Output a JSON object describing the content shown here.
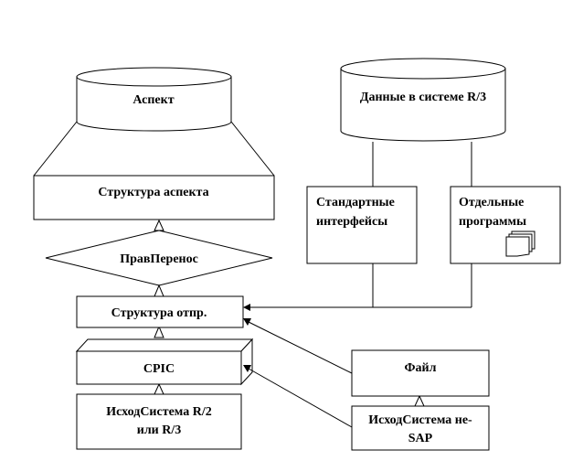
{
  "diagram": {
    "nodes": {
      "aspect": {
        "label": "Аспект",
        "shape": "cylinder"
      },
      "data_r3": {
        "label": "Данные в системе R/3",
        "shape": "cylinder"
      },
      "aspect_structure": {
        "label": "Структура аспекта",
        "shape": "rectangle"
      },
      "std_interfaces": {
        "line1": "Стандартные",
        "line2": "интерфейсы",
        "shape": "rectangle"
      },
      "separate_programs": {
        "line1": "Отдельные",
        "line2": "программы",
        "shape": "rectangle",
        "icon": "documents-stack-icon"
      },
      "prav_perenos": {
        "label": "ПравПеренос",
        "shape": "diamond"
      },
      "send_structure": {
        "label": "Структура отпр.",
        "shape": "rectangle"
      },
      "cpic": {
        "label": "CPIC",
        "shape": "3d-box"
      },
      "source_r2_r3": {
        "line1": "ИсходСистема R/2",
        "line2": "или R/3",
        "shape": "rectangle"
      },
      "file": {
        "label": "Файл",
        "shape": "rectangle"
      },
      "source_non_sap": {
        "line1": "ИсходСистема не-",
        "line2": "SAP",
        "shape": "rectangle"
      }
    },
    "edges": [
      {
        "from": "aspect",
        "to": "aspect_structure",
        "type": "trapezoid-connector"
      },
      {
        "from": "prav_perenos",
        "to": "aspect_structure",
        "type": "open-triangle"
      },
      {
        "from": "send_structure",
        "to": "prav_perenos",
        "type": "open-triangle"
      },
      {
        "from": "cpic",
        "to": "send_structure",
        "type": "open-triangle"
      },
      {
        "from": "source_r2_r3",
        "to": "cpic",
        "type": "open-triangle"
      },
      {
        "from": "data_r3",
        "to": "std_interfaces",
        "type": "line"
      },
      {
        "from": "data_r3",
        "to": "separate_programs",
        "type": "line"
      },
      {
        "from": "std_interfaces",
        "to": "send_structure",
        "type": "arrow"
      },
      {
        "from": "separate_programs",
        "to": "send_structure",
        "type": "arrow"
      },
      {
        "from": "file",
        "to": "send_structure",
        "type": "arrow"
      },
      {
        "from": "source_non_sap",
        "to": "cpic",
        "type": "arrow"
      },
      {
        "from": "source_non_sap",
        "to": "file",
        "type": "open-triangle"
      }
    ]
  }
}
